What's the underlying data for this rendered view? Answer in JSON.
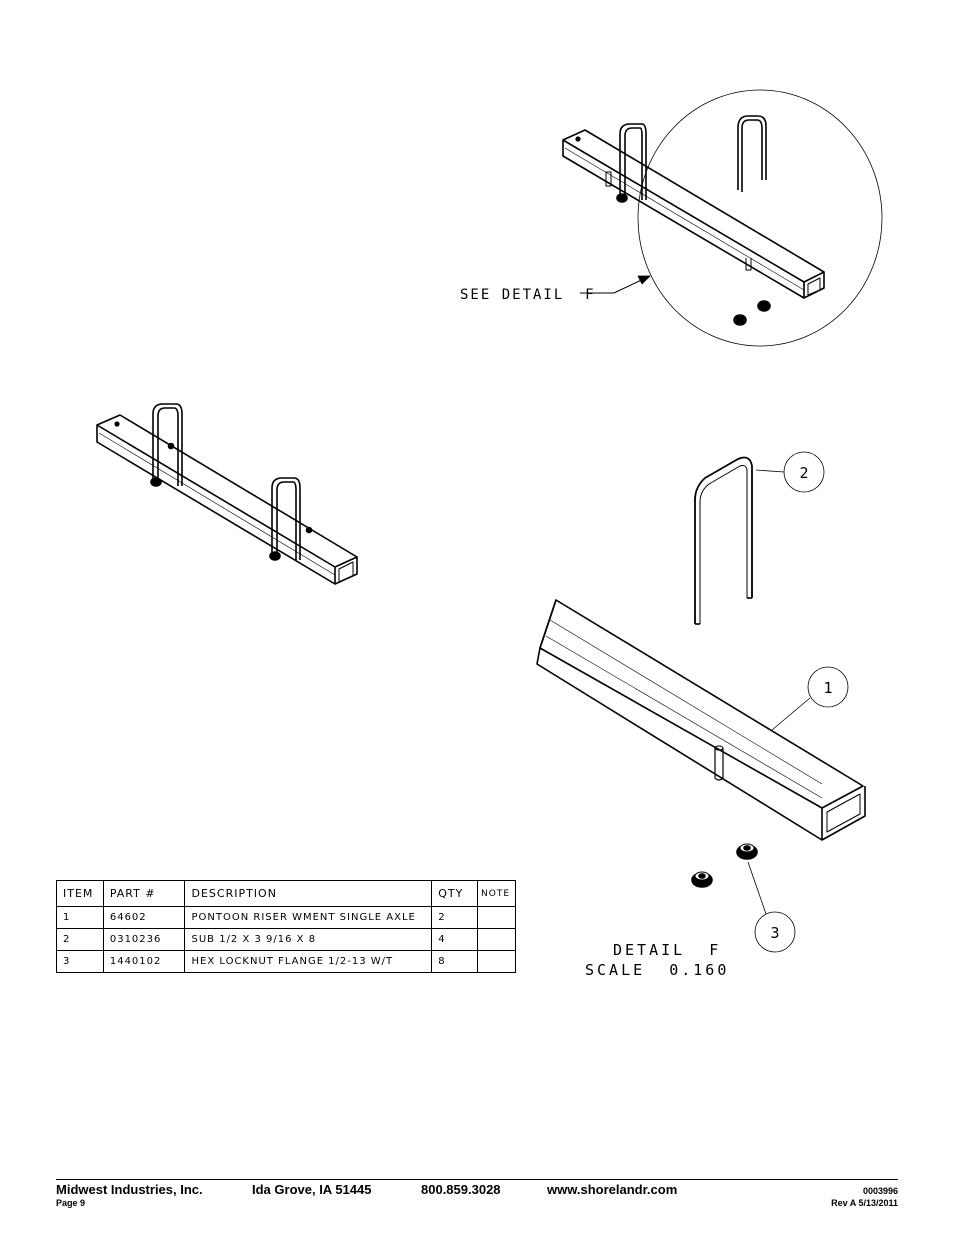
{
  "callouts": {
    "see_detail": "SEE DETAIL  F",
    "detail_title": "DETAIL  F",
    "detail_scale": "SCALE  0.160",
    "balloons": [
      "2",
      "1",
      "3"
    ]
  },
  "bom": {
    "headers": [
      "ITEM",
      "PART #",
      "DESCRIPTION",
      "QTY",
      "NOTE"
    ],
    "rows": [
      [
        "1",
        "64602",
        "PONTOON RISER WMENT SINGLE AXLE",
        "2",
        ""
      ],
      [
        "2",
        "0310236",
        "SUB 1/2 X 3 9/16 X 8",
        "4",
        ""
      ],
      [
        "3",
        "1440102",
        "HEX LOCKNUT FLANGE 1/2-13 W/T",
        "8",
        ""
      ]
    ]
  },
  "footer": {
    "company": "Midwest Industries, Inc.",
    "city": "Ida Grove, IA  51445",
    "phone": "800.859.3028",
    "website": "www.shorelandr.com",
    "page": "Page 9",
    "doc_number": "0003996",
    "revision": "Rev A  5/13/2011"
  }
}
